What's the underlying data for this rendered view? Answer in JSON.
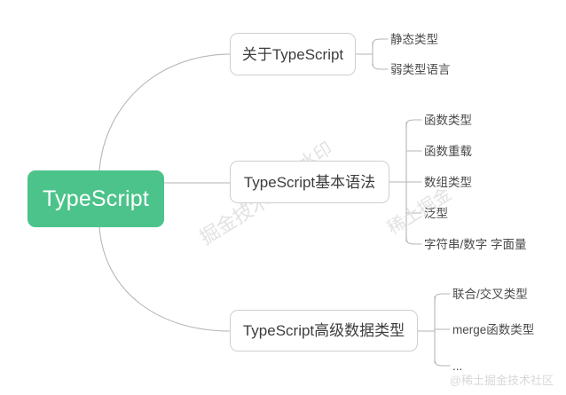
{
  "diagram": {
    "type": "mindmap",
    "root": {
      "label": "TypeScript",
      "color": "#4CC38A",
      "text_color": "#ffffff"
    },
    "branches": [
      {
        "label": "关于TypeScript",
        "leaves": [
          {
            "label": "静态类型"
          },
          {
            "label": "弱类型语言"
          }
        ]
      },
      {
        "label": "TypeScript基本语法",
        "leaves": [
          {
            "label": "函数类型"
          },
          {
            "label": "函数重载"
          },
          {
            "label": "数组类型"
          },
          {
            "label": "泛型"
          },
          {
            "label": "字符串/数字  字面量"
          }
        ]
      },
      {
        "label": "TypeScript高级数据类型",
        "leaves": [
          {
            "label": "联合/交叉类型"
          },
          {
            "label": "merge函数类型"
          },
          {
            "label": "..."
          }
        ]
      }
    ]
  },
  "watermarks": {
    "diagonal_1": "掘金技术水印",
    "diagonal_2": "稀土掘金水印",
    "diagonal_3": "稀土掘金",
    "footer": "@稀土掘金技术社区"
  },
  "colors": {
    "root_fill": "#4CC38A",
    "node_border": "#cfcfcf",
    "connector": "#b6b6b6",
    "branch_text": "#3d3d3d",
    "leaf_text": "#4a4a4a",
    "background": "#ffffff"
  }
}
